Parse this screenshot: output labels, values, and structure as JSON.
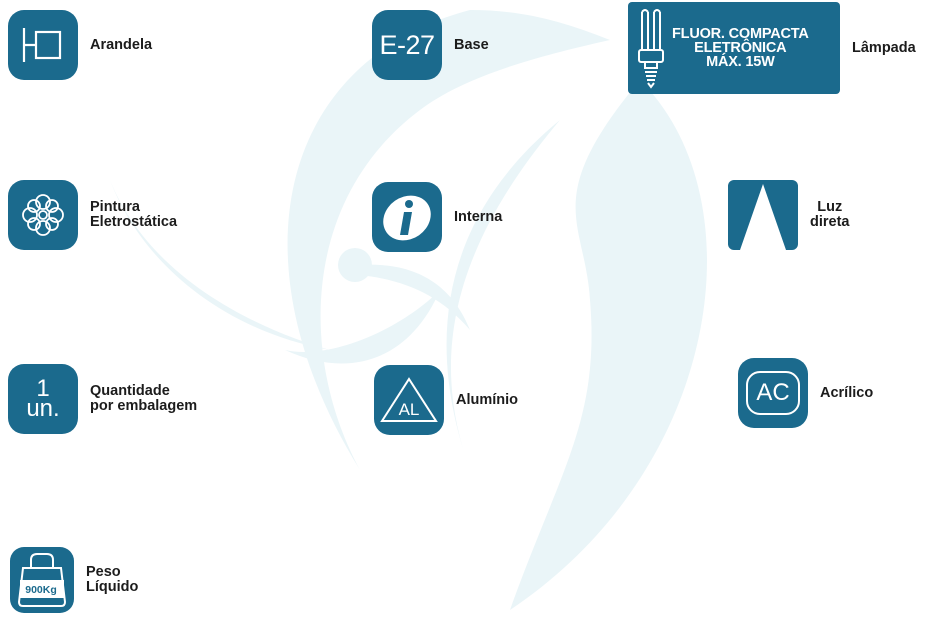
{
  "colors": {
    "brand": "#1b6a8d",
    "watermark": "#eaf5f8"
  },
  "specs": {
    "arandela": {
      "icon": "sconce-icon",
      "label": "Arandela"
    },
    "base": {
      "icon": "base-icon",
      "code": "E-27",
      "label": "Base"
    },
    "lampada": {
      "icon": "cfl-bulb-icon",
      "line1": "FLUOR. COMPACTA",
      "line2": "ELETRÔNICA",
      "line3": "MÁX. 15W",
      "label": "Lâmpada"
    },
    "pintura": {
      "icon": "flower-pattern-icon",
      "line1": "Pintura",
      "line2": "Eletrostática"
    },
    "interna": {
      "icon": "info-icon",
      "label": "Interna"
    },
    "luz": {
      "icon": "direct-light-icon",
      "line1": "Luz",
      "line2": "direta"
    },
    "quantidade": {
      "icon": "quantity-icon",
      "count": "1",
      "unit": "un.",
      "line1": "Quantidade",
      "line2": "por embalagem"
    },
    "aluminio": {
      "icon": "aluminum-icon",
      "code": "AL",
      "label": "Alumínio"
    },
    "acrilico": {
      "icon": "acrylic-icon",
      "code": "AC",
      "label": "Acrílico"
    },
    "peso": {
      "icon": "weight-icon",
      "value": "900Kg",
      "line1": "Peso",
      "line2": "Líquido"
    }
  }
}
